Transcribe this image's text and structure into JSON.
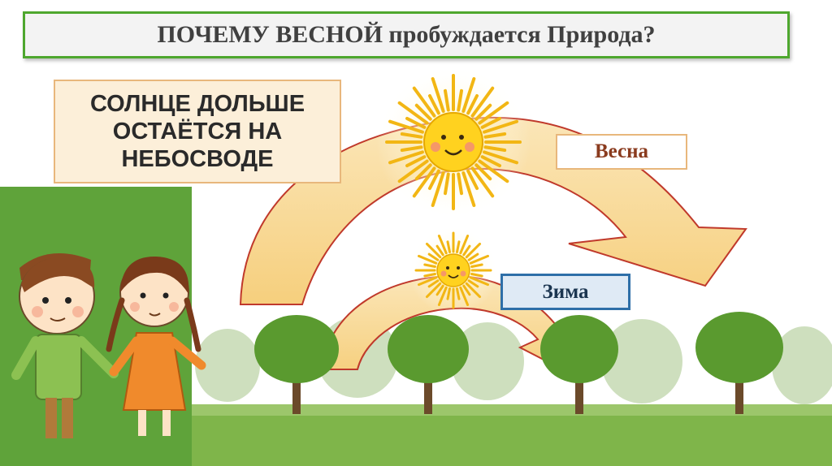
{
  "slide": {
    "title": "ПОЧЕМУ ВЕСНОЙ пробуждается Природа?",
    "explanation": "СОЛНЦЕ ДОЛЬШЕ ОСТАЁТСЯ НА НЕБОСВОДЕ",
    "spring_label": "Весна",
    "winter_label": "Зима"
  },
  "colors": {
    "title_border": "#4ea72e",
    "grass_panel": "#5fa33a",
    "arrow_fill": "#f9dca0",
    "arrow_stroke": "#c0392b",
    "winter_border": "#2e6fa8"
  }
}
